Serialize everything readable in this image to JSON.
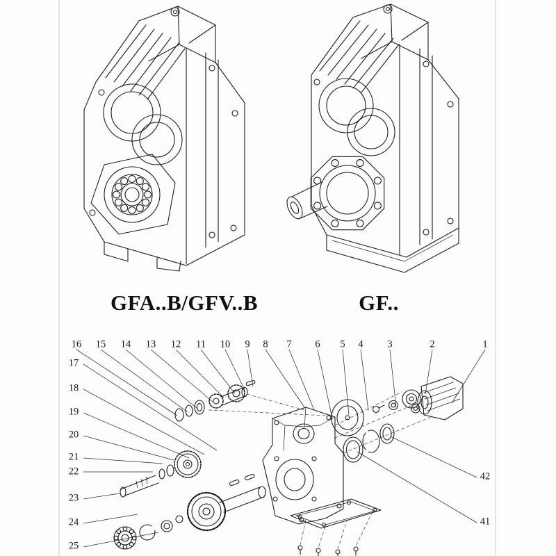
{
  "page": {
    "background": "#fdfdfb",
    "ink": "#1c1c1c",
    "page_edge_color": "#e3e3df"
  },
  "models": {
    "left_label": "GFA..B/GFV..B",
    "right_label": "GF.."
  },
  "exploded_view": {
    "callouts_top": [
      "16",
      "15",
      "14",
      "13",
      "12",
      "11",
      "10",
      "9",
      "8",
      "7",
      "6",
      "5",
      "4",
      "3",
      "2",
      "1"
    ],
    "callouts_left": [
      "17",
      "18",
      "19",
      "20",
      "21",
      "22",
      "23",
      "24",
      "25"
    ],
    "callouts_right": [
      "42",
      "41"
    ]
  }
}
